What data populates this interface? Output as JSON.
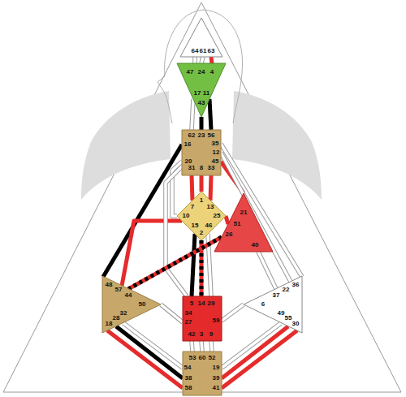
{
  "diagram": {
    "nodes": [
      {
        "text": [
          "64",
          "61",
          "63"
        ]
      },
      {
        "text": [
          "47",
          "24",
          "4",
          "17",
          "11",
          "43"
        ]
      },
      {
        "text": [
          "62",
          "23",
          "56",
          "16",
          "35",
          "12",
          "45",
          "20",
          "31",
          "8",
          "33"
        ]
      },
      {
        "text": [
          "1",
          "7",
          "13",
          "10",
          "25",
          "15",
          "46",
          "2"
        ]
      },
      {
        "text": [
          "21",
          "51",
          "26",
          "40"
        ]
      },
      {
        "text": [
          "48",
          "57",
          "44",
          "50",
          "32",
          "28",
          "18"
        ]
      },
      {
        "text": [
          "36",
          "22",
          "37",
          "6",
          "49",
          "55",
          "30"
        ]
      },
      {
        "text": [
          "5",
          "14",
          "29",
          "34",
          "59",
          "27",
          "42",
          "3",
          "9"
        ]
      },
      {
        "text": [
          "53",
          "60",
          "52",
          "54",
          "19",
          "38",
          "39",
          "58",
          "41"
        ]
      }
    ],
    "edges": [
      {
        "from": 0,
        "to": 1,
        "arrow": "none"
      },
      {
        "from": 0,
        "to": 1,
        "arrow": "none"
      },
      {
        "from": 0,
        "to": 1,
        "arrow": "none"
      },
      {
        "from": 1,
        "to": 2,
        "arrow": "none"
      },
      {
        "from": 1,
        "to": 2,
        "arrow": "none"
      },
      {
        "from": 1,
        "to": 2,
        "arrow": "none"
      },
      {
        "from": 2,
        "to": 3,
        "arrow": "none"
      },
      {
        "from": 2,
        "to": 3,
        "arrow": "none"
      },
      {
        "from": 2,
        "to": 3,
        "arrow": "none"
      },
      {
        "from": 2,
        "to": 3,
        "arrow": "none"
      },
      {
        "from": 2,
        "to": 5,
        "arrow": "none"
      },
      {
        "from": 3,
        "to": 5,
        "arrow": "none"
      },
      {
        "from": 2,
        "to": 7,
        "arrow": "none"
      },
      {
        "from": 3,
        "to": 7,
        "arrow": "none"
      },
      {
        "from": 3,
        "to": 7,
        "arrow": "none"
      },
      {
        "from": 3,
        "to": 7,
        "arrow": "none"
      },
      {
        "from": 3,
        "to": 4,
        "arrow": "none"
      },
      {
        "from": 2,
        "to": 4,
        "arrow": "none"
      },
      {
        "from": 4,
        "to": 5,
        "arrow": "none"
      },
      {
        "from": 4,
        "to": 6,
        "arrow": "none"
      },
      {
        "from": 7,
        "to": 5,
        "arrow": "none"
      },
      {
        "from": 7,
        "to": 6,
        "arrow": "none"
      },
      {
        "from": 7,
        "to": 8,
        "arrow": "none"
      },
      {
        "from": 7,
        "to": 8,
        "arrow": "none"
      },
      {
        "from": 7,
        "to": 8,
        "arrow": "none"
      },
      {
        "from": 8,
        "to": 5,
        "arrow": "none"
      },
      {
        "from": 8,
        "to": 5,
        "arrow": "none"
      },
      {
        "from": 8,
        "to": 5,
        "arrow": "none"
      },
      {
        "from": 8,
        "to": 6,
        "arrow": "none"
      },
      {
        "from": 8,
        "to": 6,
        "arrow": "none"
      },
      {
        "from": 8,
        "to": 6,
        "arrow": "none"
      },
      {
        "from": 6,
        "to": 2,
        "arrow": "none"
      },
      {
        "from": 6,
        "to": 2,
        "arrow": "none"
      }
    ]
  }
}
